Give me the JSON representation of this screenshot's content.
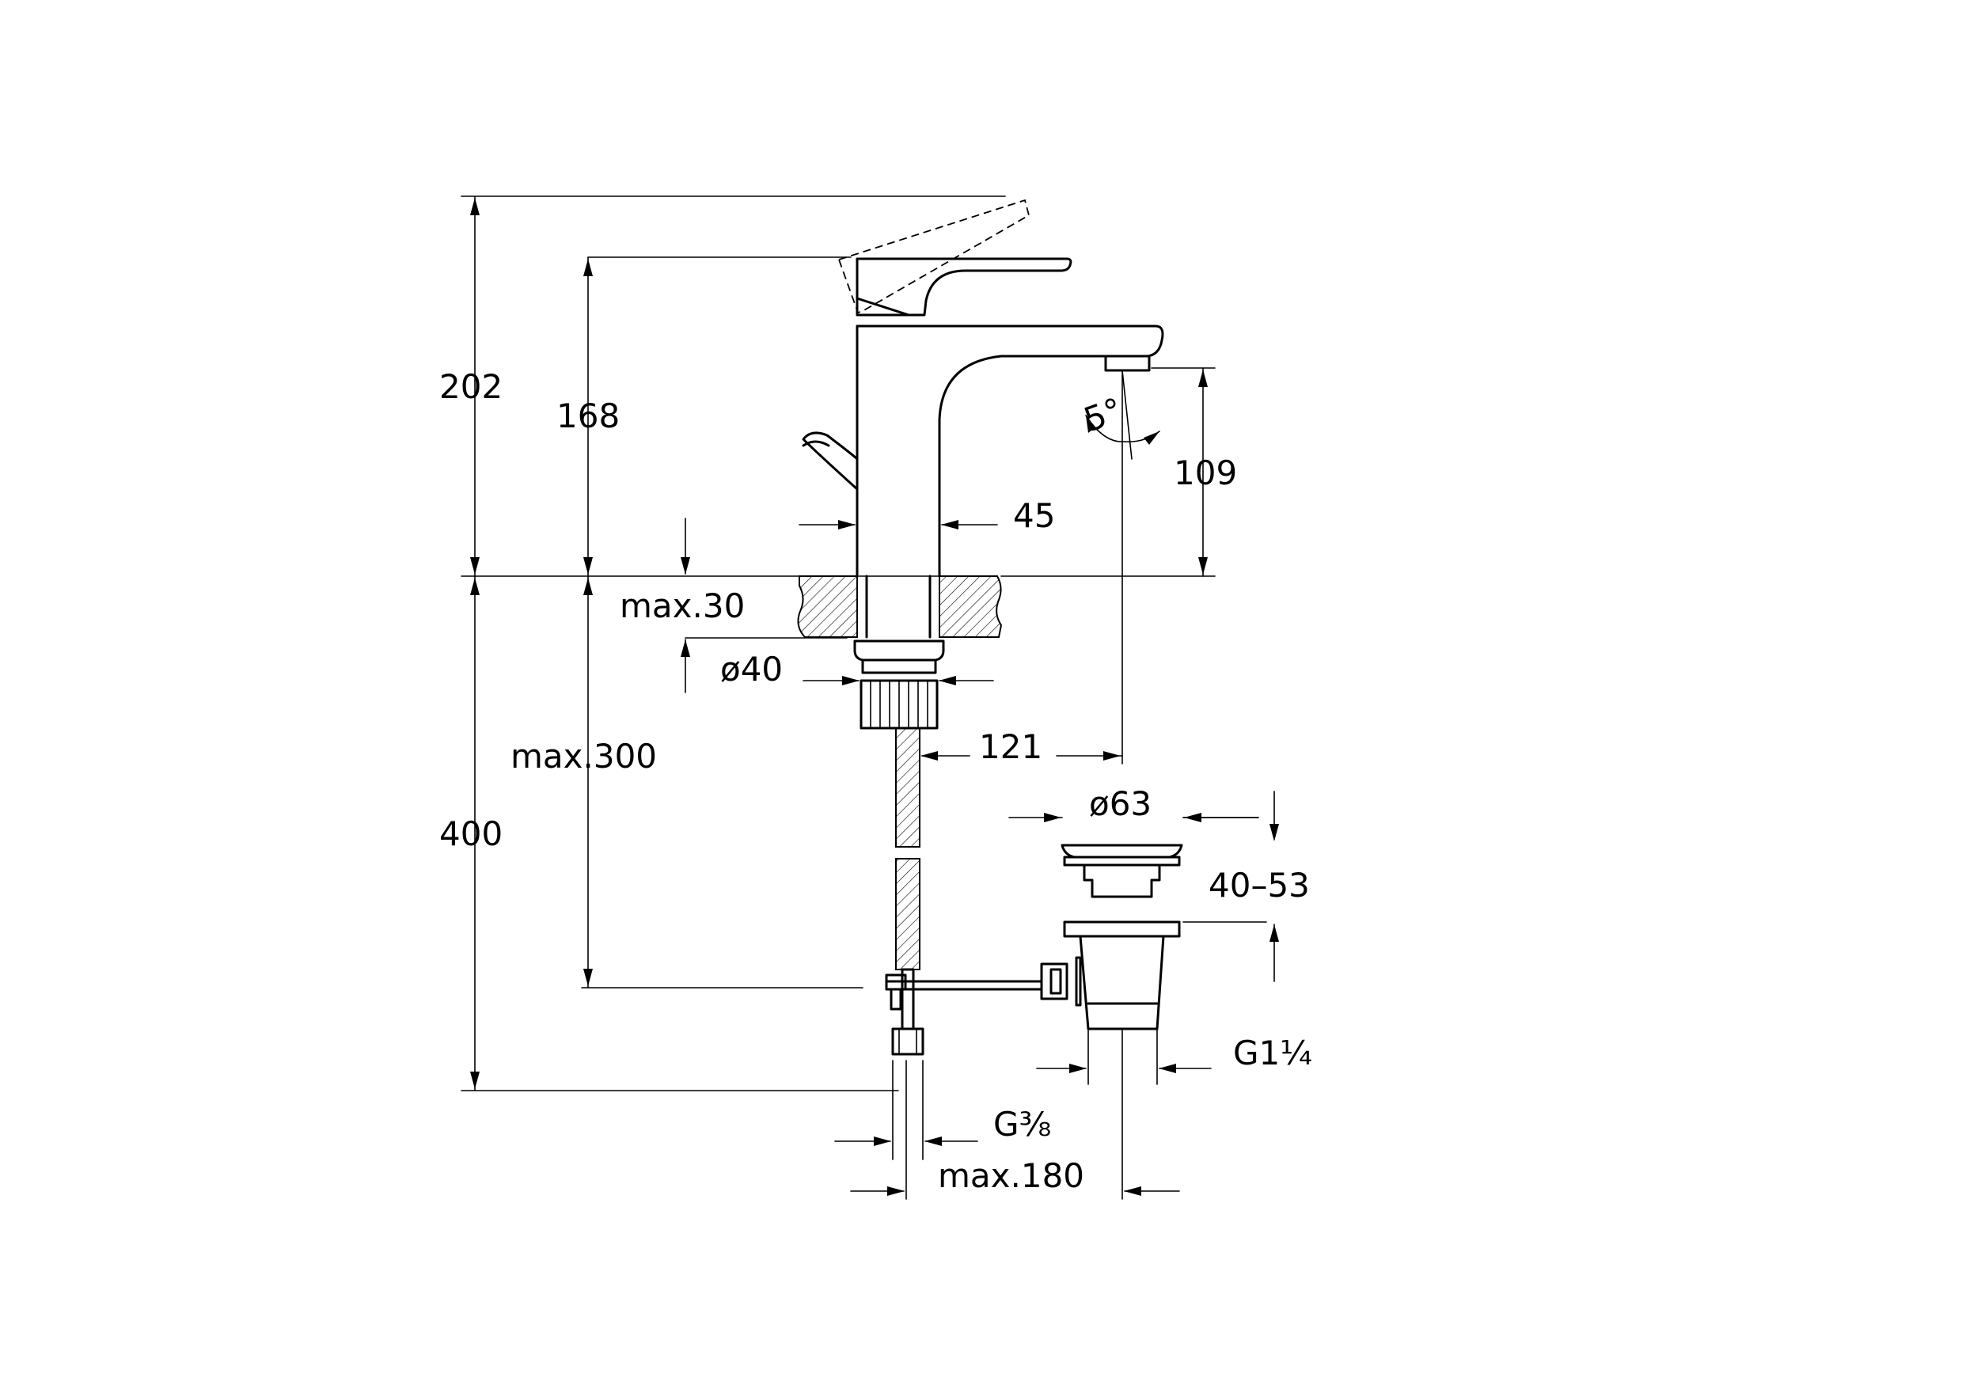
{
  "dimensions": {
    "total_height_upper": "202",
    "faucet_height": "168",
    "spout_height": "109",
    "spout_angle": "5°",
    "body_width": "45",
    "max_thickness": "max.30",
    "hole_diameter": "ø40",
    "total_depth_lower": "400",
    "max_connection_length": "max.300",
    "spout_reach": "121",
    "waste_diameter": "ø63",
    "waste_range": "40–53",
    "waste_thread": "G1¼",
    "inlet_thread": "G⅜",
    "max_distance": "max.180"
  }
}
